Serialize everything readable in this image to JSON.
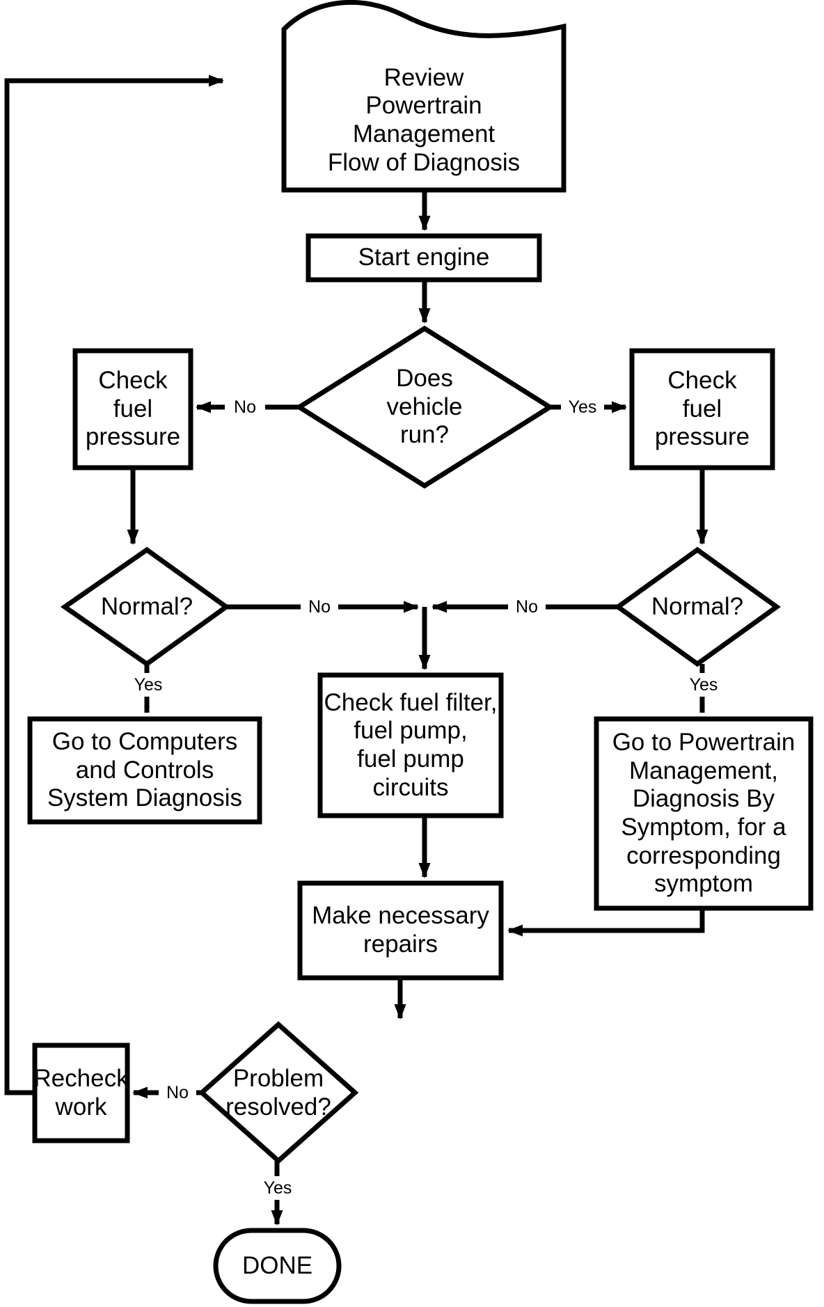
{
  "diagram": {
    "title": "Powertrain Management Flow of Diagnosis",
    "type": "flowchart",
    "style": {
      "line_color": "#000000",
      "fill_color": "#ffffff",
      "text_color": "#000000"
    },
    "nodes": [
      {
        "id": "review",
        "shape": "document",
        "text": "Review\nPowertrain\nManagement\nFlow of Diagnosis"
      },
      {
        "id": "start_engine",
        "shape": "process",
        "text": "Start engine"
      },
      {
        "id": "does_run",
        "shape": "decision",
        "text": "Does\nvehicle\nrun?"
      },
      {
        "id": "check_fp_left",
        "shape": "process",
        "text": "Check\nfuel\npressure"
      },
      {
        "id": "check_fp_right",
        "shape": "process",
        "text": "Check\nfuel\npressure"
      },
      {
        "id": "normal_left",
        "shape": "decision",
        "text": "Normal?"
      },
      {
        "id": "normal_right",
        "shape": "decision",
        "text": "Normal?"
      },
      {
        "id": "go_computers",
        "shape": "process",
        "text": "Go to Computers\nand Controls\nSystem Diagnosis"
      },
      {
        "id": "check_filter",
        "shape": "process",
        "text": "Check fuel filter,\nfuel pump,\nfuel pump\ncircuits"
      },
      {
        "id": "go_powertrain",
        "shape": "process",
        "text": "Go to Powertrain\nManagement,\nDiagnosis By\nSymptom, for a\ncorresponding\nsymptom"
      },
      {
        "id": "repairs",
        "shape": "process",
        "text": "Make necessary\nrepairs"
      },
      {
        "id": "resolved",
        "shape": "decision",
        "text": "Problem\nresolved?"
      },
      {
        "id": "recheck",
        "shape": "process",
        "text": "Recheck\nwork"
      },
      {
        "id": "done",
        "shape": "terminator",
        "text": "DONE"
      }
    ],
    "edge_labels": {
      "does_run_no": "No",
      "does_run_yes": "Yes",
      "normal_left_no": "No",
      "normal_left_yes": "Yes",
      "normal_right_no": "No",
      "normal_right_yes": "Yes",
      "resolved_no": "No",
      "resolved_yes": "Yes"
    },
    "edges": [
      {
        "from": "review",
        "to": "start_engine",
        "label": ""
      },
      {
        "from": "start_engine",
        "to": "does_run",
        "label": ""
      },
      {
        "from": "does_run",
        "to": "check_fp_left",
        "label": "No"
      },
      {
        "from": "does_run",
        "to": "check_fp_right",
        "label": "Yes"
      },
      {
        "from": "check_fp_left",
        "to": "normal_left",
        "label": ""
      },
      {
        "from": "check_fp_right",
        "to": "normal_right",
        "label": ""
      },
      {
        "from": "normal_left",
        "to": "check_filter",
        "label": "No"
      },
      {
        "from": "normal_right",
        "to": "check_filter",
        "label": "No"
      },
      {
        "from": "normal_left",
        "to": "go_computers",
        "label": "Yes"
      },
      {
        "from": "normal_right",
        "to": "go_powertrain",
        "label": "Yes"
      },
      {
        "from": "check_filter",
        "to": "repairs",
        "label": ""
      },
      {
        "from": "go_powertrain",
        "to": "repairs",
        "label": ""
      },
      {
        "from": "repairs",
        "to": "resolved",
        "label": ""
      },
      {
        "from": "resolved",
        "to": "recheck",
        "label": "No"
      },
      {
        "from": "resolved",
        "to": "done",
        "label": "Yes"
      },
      {
        "from": "recheck",
        "to": "review",
        "label": ""
      }
    ]
  }
}
